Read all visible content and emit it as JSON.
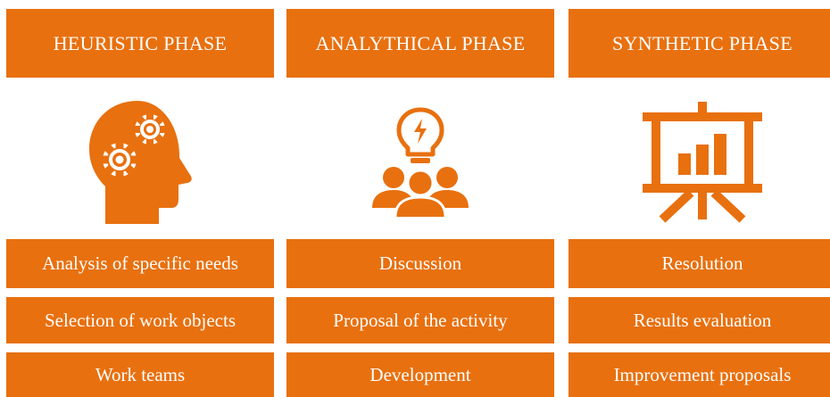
{
  "accent_color": "#e8700f",
  "phases": [
    {
      "title": "HEURISTIC PHASE",
      "icon": "head-gears-icon",
      "items": [
        "Analysis of specific needs",
        "Selection of work objects",
        "Work teams"
      ]
    },
    {
      "title": "ANALYTHICAL PHASE",
      "icon": "team-lightbulb-icon",
      "items": [
        "Discussion",
        "Proposal of the activity",
        "Development"
      ]
    },
    {
      "title": "SYNTHETIC PHASE",
      "icon": "presentation-chart-icon",
      "items": [
        "Resolution",
        "Results evaluation",
        "Improvement proposals"
      ]
    }
  ]
}
